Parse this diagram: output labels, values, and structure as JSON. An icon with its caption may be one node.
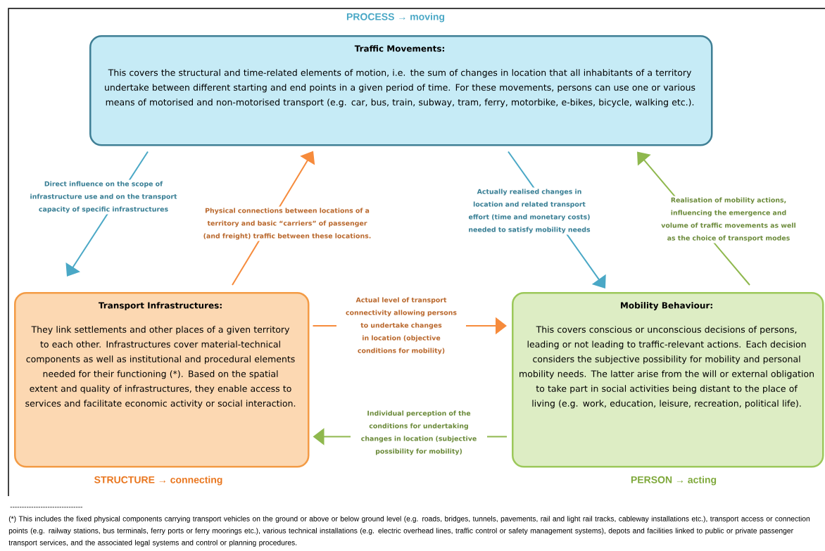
{
  "diagram": {
    "nodes": [
      {
        "text": [
          "Traffic Movements:",
          "This covers the structural and time-related elements of motion, i.e. the sum of changes in location that all inhabitants of a territory undertake between different starting and end points in a given period of time. For these movements, persons can use one or various means of motorised and non-motorised transport (e.g. car, bus, train, subway, tram, ferry, motorbike, e-bikes, bicycle, walking etc.)."
        ],
        "beside": [
          "PROCESS → moving"
        ]
      },
      {
        "text": [
          "Transport Infrastructures:",
          "They link settlements and other places of a given territory to each other. Infrastructures cover material-technical components as well as institutional and procedural elements needed for their functioning (*). Based on the spatial extent and quality of infrastructures, they enable access to services and facilitate economic activity or social interaction."
        ],
        "beside": [
          "STRUCTURE → connecting"
        ]
      },
      {
        "text": [
          "Mobility Behaviour:",
          "This covers conscious or unconscious decisions of persons, leading or not leading to traffic-relevant actions. Each decision considers the subjective possibility for mobility and personal mobility needs. The latter arise from the will or external obligation to take part in social activities being distant to the place of living (e.g. work, education, leisure, recreation, political life)."
        ],
        "beside": [
          "PERSON → acting"
        ]
      }
    ],
    "edges": [
      {
        "from": 0,
        "to": 1,
        "arrow": "to",
        "color": "#4aa8c6",
        "label": "Direct influence on the scope of infrastructure use and on the transport capacity of specific infrastructures"
      },
      {
        "from": 1,
        "to": 0,
        "arrow": "to",
        "color": "#f68b3c",
        "label": "Physical connections between locations of a territory and basic “carriers” of passenger (and freight) traffic between these locations."
      },
      {
        "from": 0,
        "to": 2,
        "arrow": "to",
        "color": "#4aa8c6",
        "label": "Actually realised changes in location and related transport effort (time and monetary costs) needed to satisfy mobility needs"
      },
      {
        "from": 2,
        "to": 0,
        "arrow": "to",
        "color": "#8fb84e",
        "label": "Realisation of mobility actions, influencing the emergence and volume of traffic movements as well as the choice of transport modes"
      },
      {
        "from": 1,
        "to": 2,
        "arrow": "to",
        "color": "#f68b3c",
        "label": "Actual level of transport connectivity allowing persons to undertake changes in location (objective conditions for mobility)"
      },
      {
        "from": 2,
        "to": 1,
        "arrow": "to",
        "color": "#8fb84e",
        "label": "Individual perception of the conditions for undertaking changes in location (subjective possibility for mobility)"
      }
    ],
    "labels": [
      "-------------------------------",
      "(*) This includes the fixed physical components carrying transport vehicles on the ground or above or below ground level (e.g. roads, bridges, tunnels, pavements, rail and light rail tracks, cableway installations etc.),  transport access or connection points (e.g. railway stations, bus terminals, ferry ports or ferry moorings etc.), various technical installations (e.g. electric overhead lines, traffic control or safety management systems), depots and facilities linked to public or private passenger transport services, and the associated legal systems and control or planning procedures."
    ]
  }
}
